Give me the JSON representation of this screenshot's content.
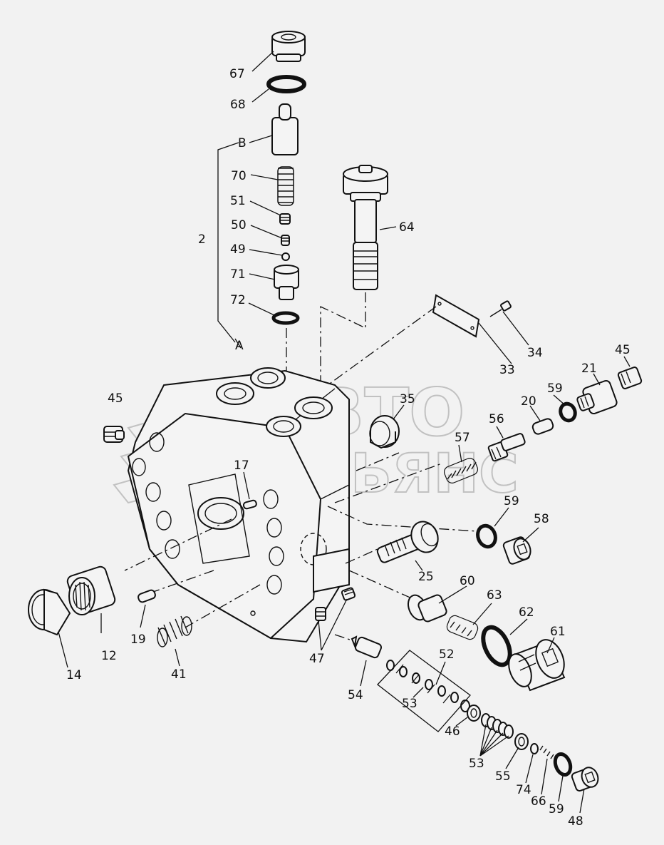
{
  "watermark": {
    "line1": "АВТО",
    "line2": "АЛЬЯНС"
  },
  "callouts": {
    "c67": "67",
    "c68": "68",
    "cB": "B",
    "c70": "70",
    "c51": "51",
    "c50": "50",
    "c2": "2",
    "c49": "49",
    "c71": "71",
    "c72": "72",
    "cA": "A",
    "c64": "64",
    "c34": "34",
    "c33": "33",
    "c45a": "45",
    "c21": "21",
    "c45b": "45",
    "c59a": "59",
    "c20": "20",
    "c35": "35",
    "c56": "56",
    "c57": "57",
    "c17": "17",
    "c59b": "59",
    "c58": "58",
    "c25": "25",
    "c60": "60",
    "c63": "63",
    "c62": "62",
    "c61": "61",
    "c52": "52",
    "c14": "14",
    "c12": "12",
    "c19": "19",
    "c41": "41",
    "c47": "47",
    "c54": "54",
    "c53a": "53",
    "c46": "46",
    "c53b": "53",
    "c55": "55",
    "c74": "74",
    "c66": "66",
    "c59c": "59",
    "c48": "48"
  },
  "colors": {
    "ink": "#111111",
    "paper": "#f2f2f2",
    "watermark": "#9a9a9a"
  }
}
